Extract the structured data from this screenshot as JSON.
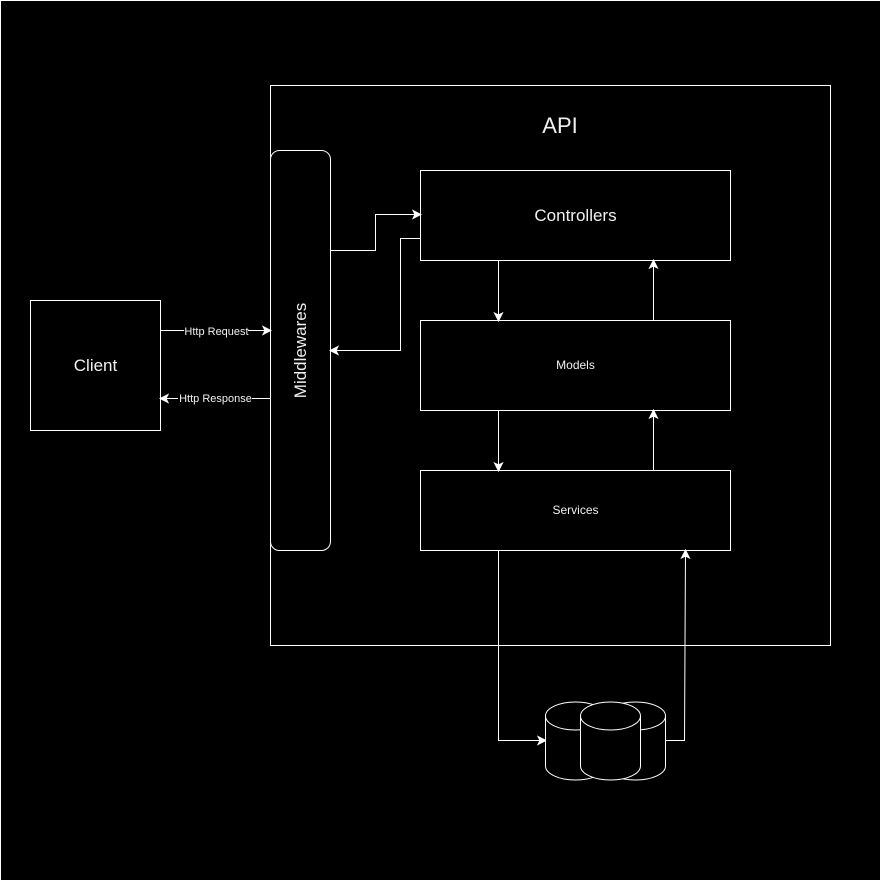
{
  "diagram": {
    "background_color": "#000000",
    "stroke_color": "#ffffff",
    "text_color": "#f0f0f0",
    "api": {
      "title": "API"
    },
    "client": {
      "label": "Client"
    },
    "middlewares": {
      "label": "Middlewares"
    },
    "controllers": {
      "label": "Controllers"
    },
    "models": {
      "label": "Models"
    },
    "services": {
      "label": "Services"
    },
    "edges": {
      "http_request": "Http Request",
      "http_response": "Http Response"
    },
    "database": {
      "icon": "database-icon"
    }
  }
}
